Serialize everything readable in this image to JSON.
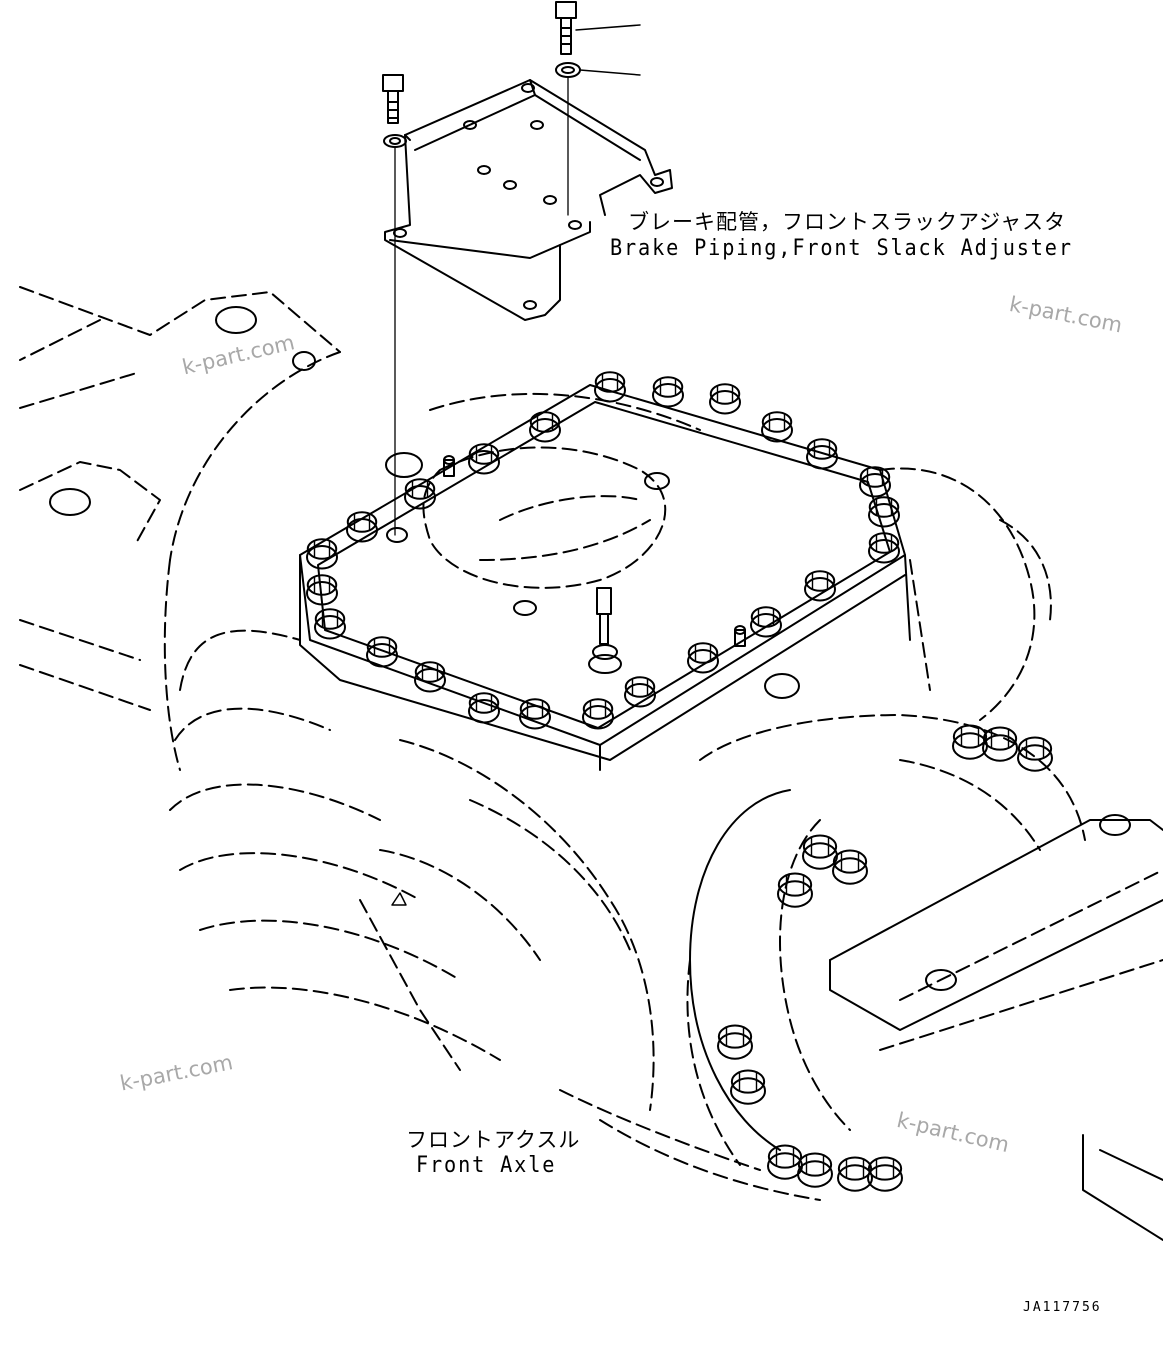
{
  "labels": {
    "brake_piping_jp": "ブレーキ配管，フロントスラックアジャスタ",
    "brake_piping_en": "Brake Piping,Front Slack Adjuster",
    "front_axle_jp": "フロントアクスル",
    "front_axle_en": "Front Axle"
  },
  "watermarks": [
    "k-part.com",
    "k-part.com",
    "k-part.com",
    "k-part.com"
  ],
  "drawing_code": "JA117756"
}
